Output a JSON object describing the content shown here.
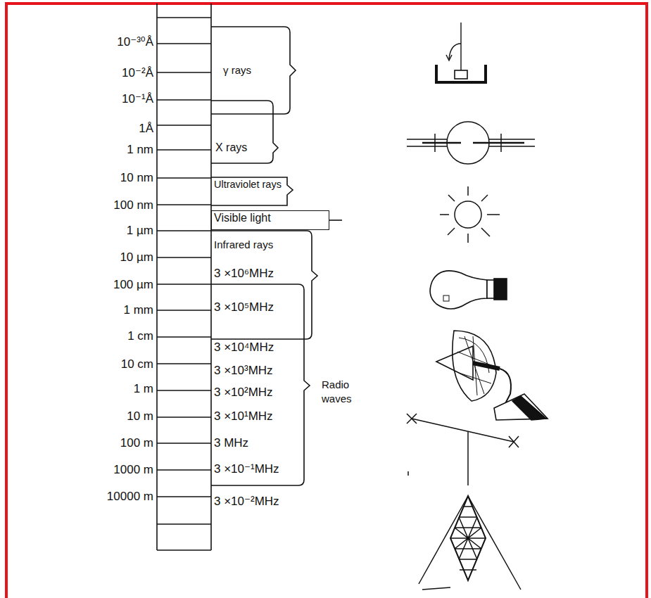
{
  "diagram": {
    "nodes": [
      {
        "text": [
          "Ultraviolet rays"
        ]
      },
      {
        "text": [
          "Visible light"
        ]
      }
    ],
    "labels": [
      "10⁻³⁰Å",
      "10⁻²Å",
      "10⁻¹Å",
      "1Å",
      "1 nm",
      "10 nm",
      "100 nm",
      "1 µm",
      "10 µm",
      "100 µm",
      "1 mm",
      "1 cm",
      "10 cm",
      "1 m",
      "10 m",
      "100 m",
      "1000 m",
      "10000 m",
      "γ rays",
      "X rays",
      "Infrared rays",
      "Radio waves",
      "3 ×10⁶MHz",
      "3 ×10⁵MHz",
      "3 ×10⁴MHz",
      "3 ×10³MHz",
      "3 ×10²MHz",
      "3 ×10¹MHz",
      "3 MHz",
      "3 ×10⁻¹MHz",
      "3 ×10⁻²MHz"
    ]
  }
}
